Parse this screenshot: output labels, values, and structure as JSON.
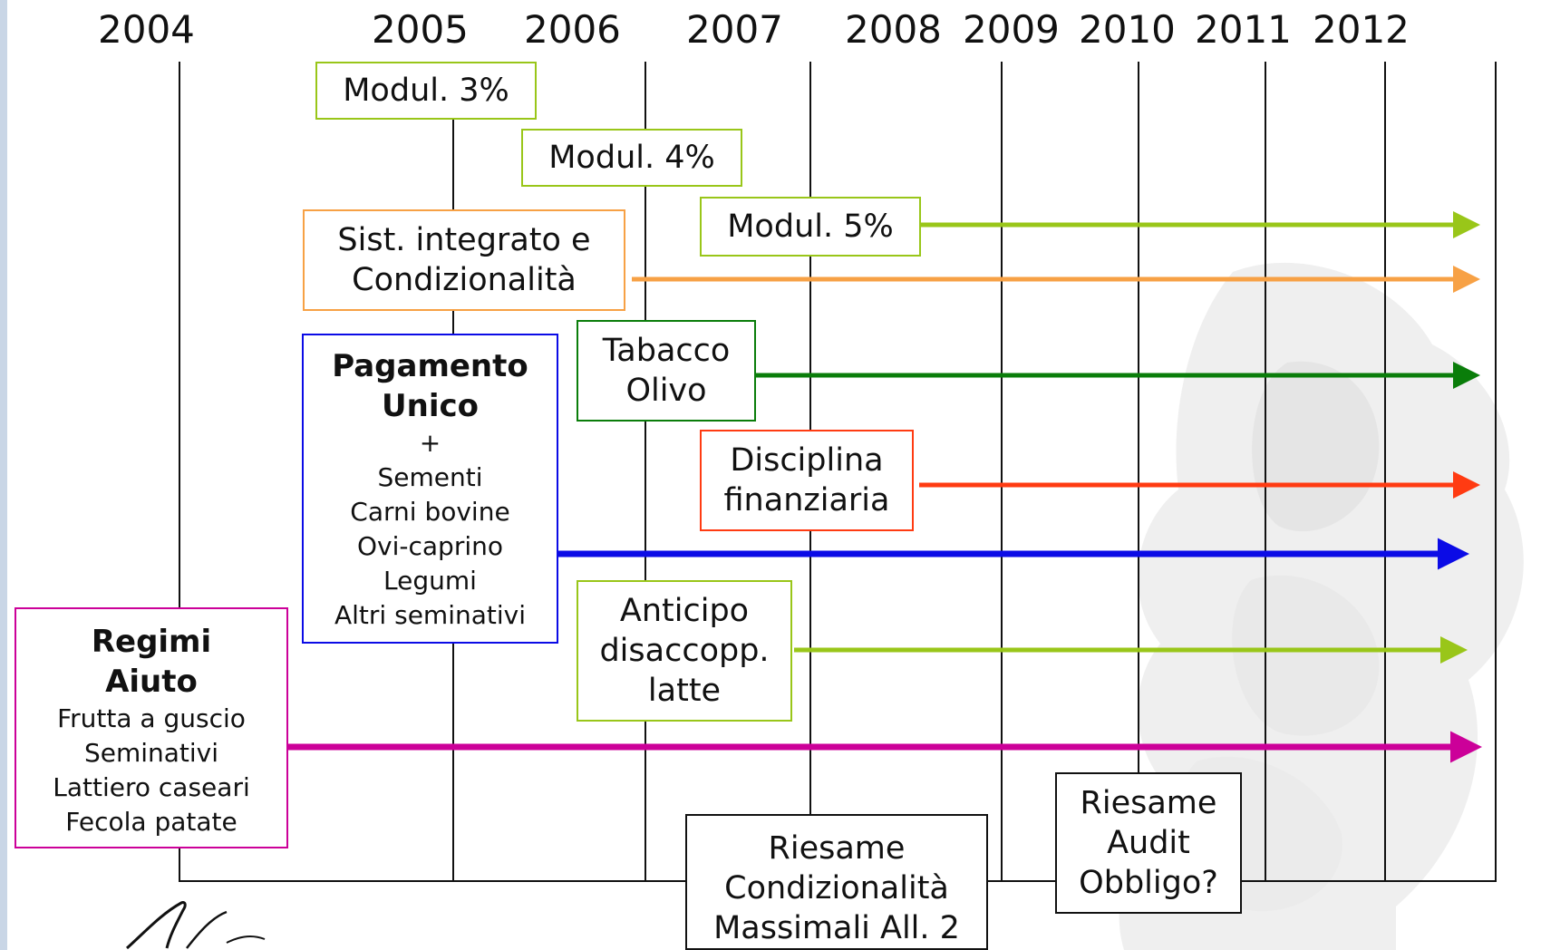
{
  "years": [
    "2004",
    "2005",
    "2006",
    "2007",
    "2008",
    "2009",
    "2010",
    "2011",
    "2012"
  ],
  "boxes": {
    "modul3": {
      "text": "Modul. 3%"
    },
    "modul4": {
      "text": "Modul. 4%"
    },
    "modul5": {
      "text": "Modul. 5%"
    },
    "sistema": {
      "line1": "Sist. integrato e",
      "line2": "Condizionalità"
    },
    "pagamento": {
      "title1": "Pagamento",
      "title2": "Unico",
      "items": [
        "+",
        "Sementi",
        "Carni bovine",
        "Ovi-caprino",
        "Legumi",
        "Altri seminativi"
      ]
    },
    "tabacco": {
      "line1": "Tabacco",
      "line2": "Olivo"
    },
    "disciplina": {
      "line1": "Disciplina",
      "line2": "finanziaria"
    },
    "anticipo": {
      "line1": "Anticipo",
      "line2": "disaccopp.",
      "line3": "latte"
    },
    "regimi": {
      "title1": "Regimi",
      "title2": "Aiuto",
      "items": [
        "Frutta a guscio",
        "Seminativi",
        "Lattiero caseari",
        "Fecola patate"
      ]
    },
    "riesame_cond": {
      "line1": "Riesame",
      "line2": "Condizionalità",
      "line3": "Massimali All. 2"
    },
    "riesame_audit": {
      "line1": "Riesame",
      "line2": "Audit",
      "line3": "Obbligo?"
    }
  },
  "colors": {
    "lightgreen": "#99c619",
    "orange": "#f7a145",
    "darkgreen": "#0a7d0a",
    "red": "#ff3b12",
    "blue": "#0b0be6",
    "magenta": "#cc0099",
    "line": "#111111"
  },
  "decorations": {
    "watermark": "statue-watermark",
    "signature": "handwritten-signature-logo"
  }
}
